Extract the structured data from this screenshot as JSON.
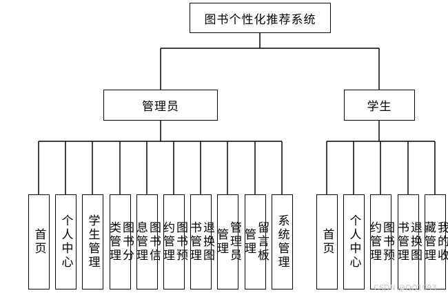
{
  "root": {
    "label": "图书个性化推荐系统"
  },
  "admin": {
    "label": "管理员",
    "modules": [
      [
        "首页"
      ],
      [
        "个人中心"
      ],
      [
        "学生管理"
      ],
      [
        "图书分",
        "类管理"
      ],
      [
        "图书信",
        "息管理"
      ],
      [
        "图书预",
        "约管理"
      ],
      [
        "退换图",
        "书管理"
      ],
      [
        "管理员",
        "管理"
      ],
      [
        "留言板",
        "管理"
      ],
      [
        "系统管理"
      ]
    ]
  },
  "student": {
    "label": "学生",
    "modules": [
      [
        "首页"
      ],
      [
        "个人中心"
      ],
      [
        "图书预",
        "约管理"
      ],
      [
        "退换图",
        "书管理"
      ],
      [
        "我的收",
        "藏管理"
      ]
    ]
  },
  "watermark": "CSDN @QQ1093..."
}
